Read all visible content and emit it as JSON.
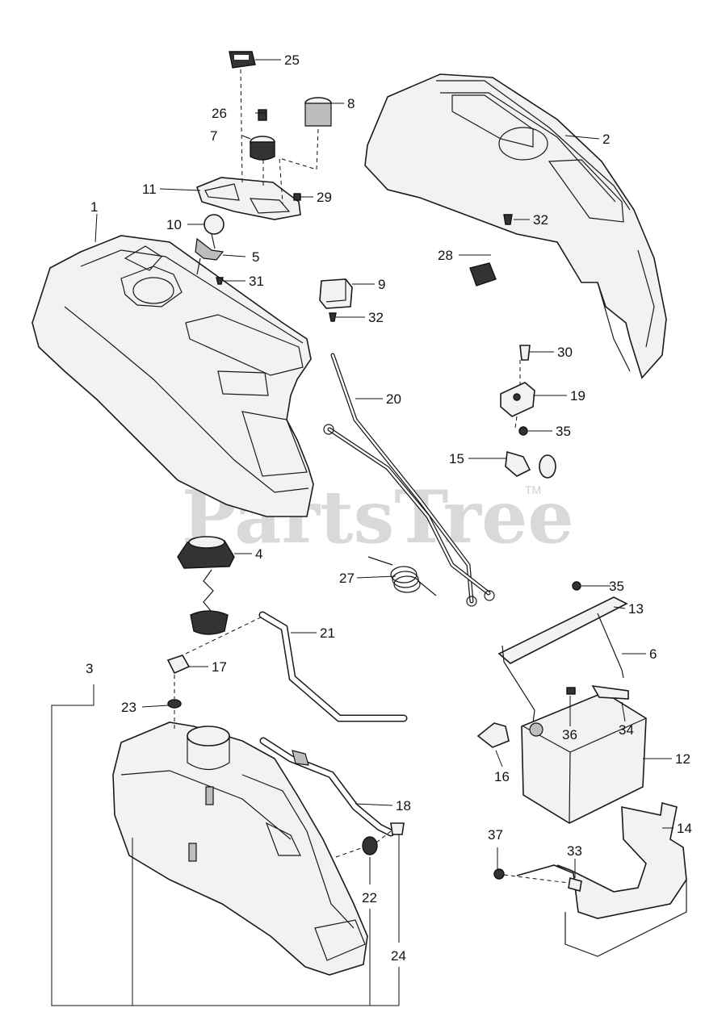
{
  "watermark": {
    "text": "PartsTree",
    "trademark": "TM"
  },
  "callouts": {
    "c1": "1",
    "c2": "2",
    "c3": "3",
    "c4": "4",
    "c5": "5",
    "c6": "6",
    "c7": "7",
    "c8": "8",
    "c9": "9",
    "c10": "10",
    "c11": "11",
    "c12": "12",
    "c13": "13",
    "c14": "14",
    "c15": "15",
    "c16": "16",
    "c17": "17",
    "c18": "18",
    "c19": "19",
    "c20": "20",
    "c21": "21",
    "c22": "22",
    "c23": "23",
    "c24": "24",
    "c25": "25",
    "c26": "26",
    "c27": "27",
    "c28": "28",
    "c29": "29",
    "c30": "30",
    "c31": "31",
    "c32a": "32",
    "c32b": "32",
    "c33": "33",
    "c34": "34",
    "c35a": "35",
    "c35b": "35",
    "c36": "36",
    "c37": "37"
  },
  "colors": {
    "line": "#1a1a1a",
    "part_fill": "#f2f2f2",
    "watermark": "#d9d9d9"
  }
}
